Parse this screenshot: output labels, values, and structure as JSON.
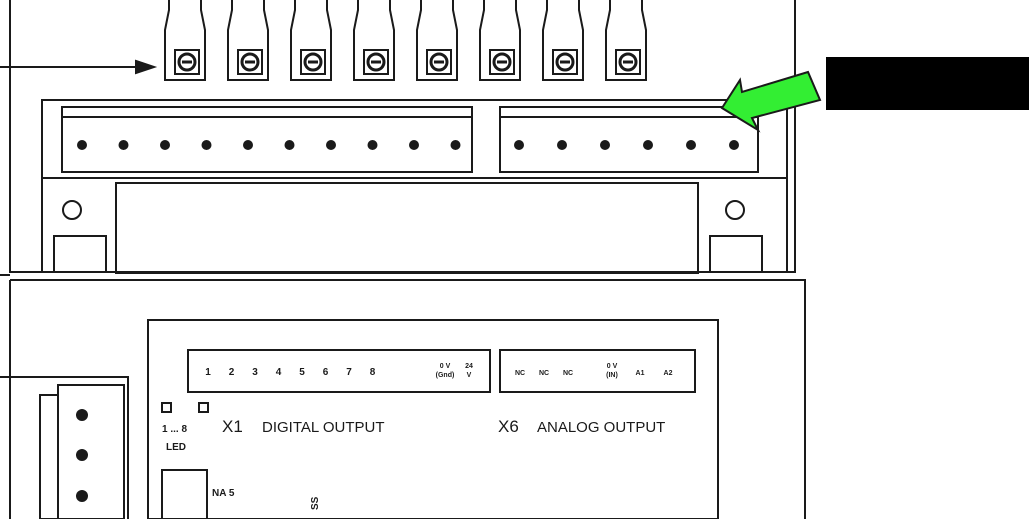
{
  "digital_output": {
    "connector_label": "X1",
    "title": "DIGITAL OUTPUT",
    "pins": [
      "1",
      "2",
      "3",
      "4",
      "5",
      "6",
      "7",
      "8"
    ],
    "aux_pins": [
      [
        "0 V",
        "(Gnd)"
      ],
      [
        "24",
        "V"
      ]
    ],
    "led_range": "1 ... 8",
    "led_label": "LED"
  },
  "analog_output": {
    "connector_label": "X6",
    "title": "ANALOG OUTPUT",
    "pins": [
      "NC",
      "NC",
      "NC"
    ],
    "aux_pins": [
      [
        "0 V",
        "(IN)"
      ],
      [
        "A1"
      ],
      [
        "A2"
      ]
    ]
  },
  "lower_connector": {
    "label": "NA 5",
    "side_text": "SS"
  },
  "colors": {
    "arrow_fill": "#33ee33",
    "redaction_box": "#000000",
    "line": "#1a1a1a"
  }
}
